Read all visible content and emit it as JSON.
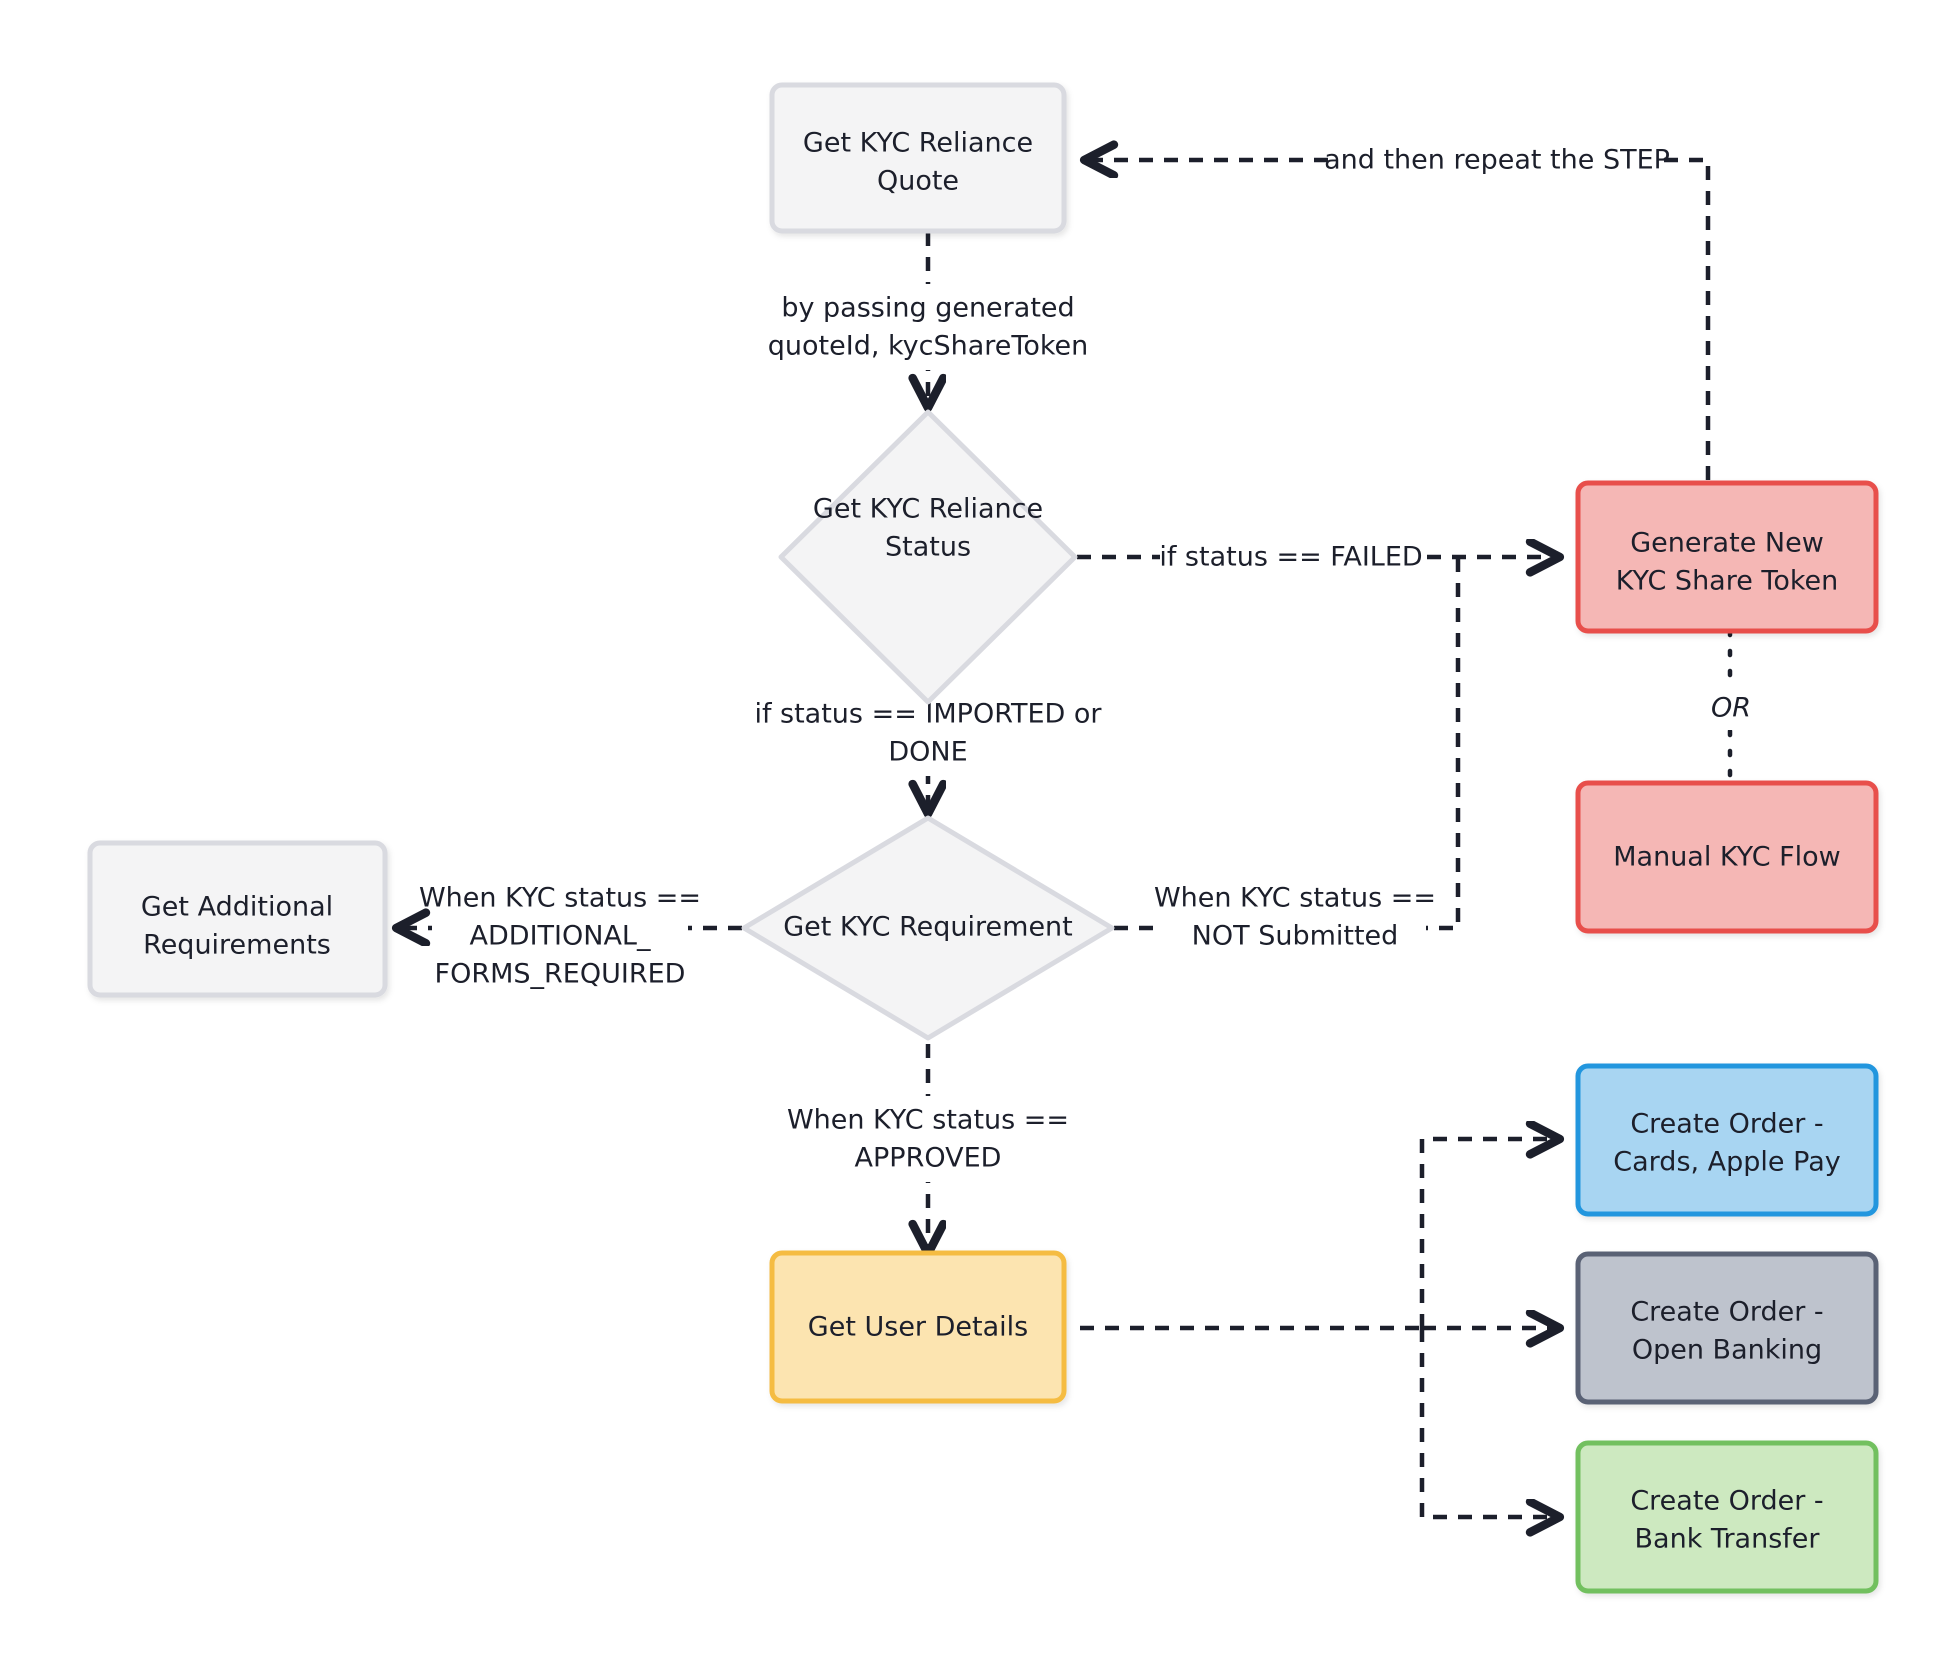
{
  "diagram": {
    "title": "KYC Reliance and Order Creation Flow",
    "background": "#ffffff",
    "palette": {
      "plain_fill": "#f4f4f5",
      "plain_stroke": "#d9dae0",
      "red_fill": "#f5b7b5",
      "red_stroke": "#e8504b",
      "yellow_fill": "#fce4b0",
      "yellow_stroke": "#f5bc42",
      "blue_fill": "#a8d5f2",
      "blue_stroke": "#2196de",
      "gray_fill": "#bec3cd",
      "gray_stroke": "#5a6275",
      "green_fill": "#cde9c0",
      "green_stroke": "#72c05f",
      "edge_stroke": "#1c1f2b",
      "text": "#1c1f2b"
    }
  },
  "nodes": {
    "get_kyc_reliance_quote": {
      "label_line1": "Get KYC Reliance",
      "label_line2": "Quote",
      "shape": "rect",
      "style": "plain"
    },
    "get_kyc_reliance_status": {
      "label_line1": "Get KYC Reliance",
      "label_line2": "Status",
      "shape": "diamond",
      "style": "plain"
    },
    "get_kyc_requirement": {
      "label_line1": "Get KYC Requirement",
      "label_line2": "",
      "shape": "diamond",
      "style": "plain"
    },
    "get_additional_requirements": {
      "label_line1": "Get Additional",
      "label_line2": "Requirements",
      "shape": "rect",
      "style": "plain"
    },
    "generate_new_kyc_share_token": {
      "label_line1": "Generate New",
      "label_line2": "KYC Share Token",
      "shape": "rect",
      "style": "red"
    },
    "manual_kyc_flow": {
      "label_line1": "Manual KYC Flow",
      "label_line2": "",
      "shape": "rect",
      "style": "red"
    },
    "get_user_details": {
      "label_line1": "Get User Details",
      "label_line2": "",
      "shape": "rect",
      "style": "yellow"
    },
    "create_order_cards": {
      "label_line1": "Create Order -",
      "label_line2": "Cards, Apple Pay",
      "shape": "rect",
      "style": "blue"
    },
    "create_order_open_banking": {
      "label_line1": "Create Order -",
      "label_line2": "Open Banking",
      "shape": "rect",
      "style": "gray"
    },
    "create_order_bank_transfer": {
      "label_line1": "Create Order -",
      "label_line2": "Bank Transfer",
      "shape": "rect",
      "style": "green"
    }
  },
  "edge_labels": {
    "repeat_step": {
      "line1": "and then repeat the STEP",
      "line2": ""
    },
    "by_passing": {
      "line1": "by passing generated",
      "line2": "quoteId, kycShareToken"
    },
    "if_failed": {
      "line1": "if status == FAILED",
      "line2": ""
    },
    "if_imported_done": {
      "line1": "if status == IMPORTED or",
      "line2": "DONE"
    },
    "additional_forms": {
      "line1": "When KYC status ==",
      "line2": "ADDITIONAL_",
      "line3": "FORMS_REQUIRED"
    },
    "not_submitted": {
      "line1": "When KYC status ==",
      "line2": "NOT Submitted"
    },
    "approved": {
      "line1": "When KYC status ==",
      "line2": "APPROVED"
    },
    "or": {
      "line1": "OR",
      "line2": ""
    }
  }
}
